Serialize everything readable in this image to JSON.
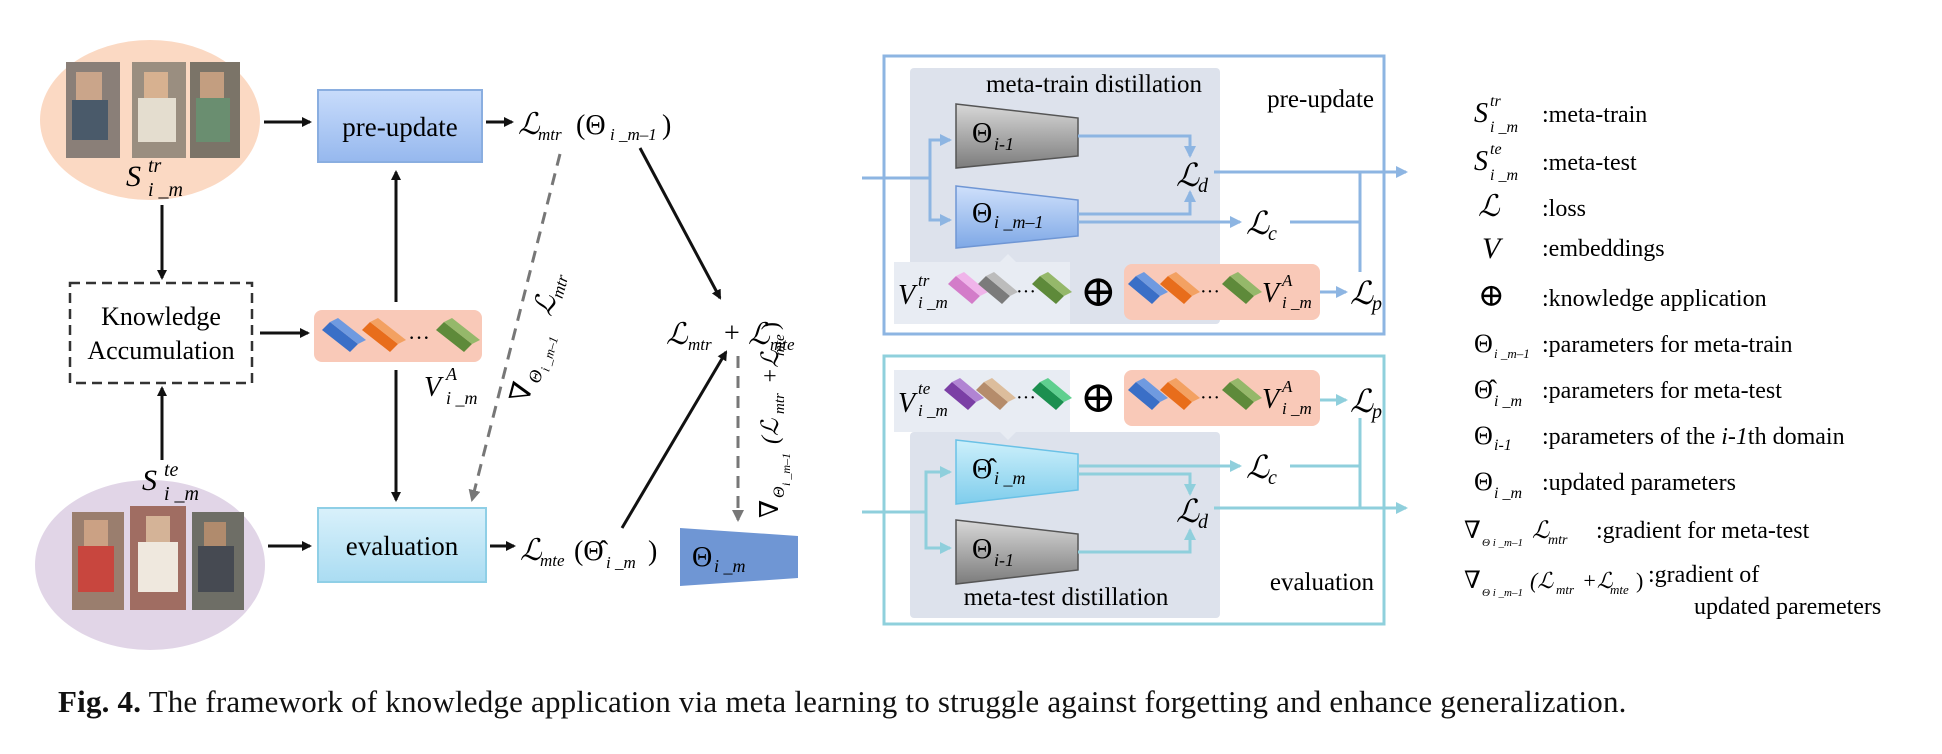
{
  "left_panel": {
    "support_train": {
      "symbol": "S",
      "sup": "tr",
      "sub": "i _m"
    },
    "support_test": {
      "symbol": "S",
      "sup": "te",
      "sub": "i _m"
    },
    "pre_update_label": "pre-update",
    "evaluation_label": "evaluation",
    "knowledge_accumulation": [
      "Knowledge",
      "Accumulation"
    ],
    "embedding": {
      "symbol": "V",
      "sup": "A",
      "sub": "i _m",
      "dots": "···"
    },
    "loss_mtr": {
      "L": "ℒ",
      "sub": "mtr",
      "arg": "(Θ",
      "arg_sub": "i _m–1",
      "close": ")"
    },
    "loss_mte": {
      "L": "ℒ",
      "sub": "mte",
      "arg": "(Θ̂",
      "arg_sub": "i _m",
      "close": ")"
    },
    "sum_loss": {
      "a": "ℒ",
      "a_sub": "mtr",
      "plus": "+",
      "b": "ℒ",
      "b_sub": "mte"
    },
    "grad_mtr": {
      "nabla": "∇",
      "theta": "Θ",
      "theta_sub": "i _m–1",
      "L": "ℒ",
      "L_sub": "mtr"
    },
    "grad_sum": {
      "nabla": "∇",
      "theta": "Θ",
      "theta_sub": "i _m–1",
      "open": "(ℒ",
      "a_sub": "mtr",
      "plus": "+ℒ",
      "b_sub": "mte",
      "close": ")"
    },
    "theta_out": {
      "symbol": "Θ",
      "sub": "i _m"
    }
  },
  "middle_panel": {
    "top": {
      "title": "meta-train distillation",
      "corner_label": "pre-update",
      "theta_prev": {
        "symbol": "Θ",
        "sub": "i-1"
      },
      "theta_cur": {
        "symbol": "Θ",
        "sub": "i _m–1"
      },
      "Ld": {
        "L": "ℒ",
        "sub": "d"
      },
      "Lc": {
        "L": "ℒ",
        "sub": "c"
      },
      "Lp": {
        "L": "ℒ",
        "sub": "p"
      },
      "V_tr": {
        "symbol": "V",
        "sup": "tr",
        "sub": "i _m"
      },
      "V_A": {
        "symbol": "V",
        "sup": "A",
        "sub": "i _m"
      },
      "oplus": "⊕",
      "dots": "···"
    },
    "bottom": {
      "title": "meta-test distillation",
      "corner_label": "evaluation",
      "theta_hat": {
        "symbol": "Θ̂",
        "sub": "i _m"
      },
      "theta_prev": {
        "symbol": "Θ",
        "sub": "i-1"
      },
      "Ld": {
        "L": "ℒ",
        "sub": "d"
      },
      "Lc": {
        "L": "ℒ",
        "sub": "c"
      },
      "Lp": {
        "L": "ℒ",
        "sub": "p"
      },
      "V_te": {
        "symbol": "V",
        "sup": "te",
        "sub": "i _m"
      },
      "V_A": {
        "symbol": "V",
        "sup": "A",
        "sub": "i _m"
      },
      "oplus": "⊕",
      "dots": "···"
    }
  },
  "legend": [
    {
      "sym": "S",
      "sup": "tr",
      "sub": "i _m",
      "text": ":meta-train"
    },
    {
      "sym": "S",
      "sup": "te",
      "sub": "i _m",
      "text": ":meta-test"
    },
    {
      "sym": "ℒ",
      "sup": "",
      "sub": "",
      "text": ":loss"
    },
    {
      "sym": "V",
      "sup": "",
      "sub": "",
      "text": ":embeddings"
    },
    {
      "sym": "⊕",
      "sup": "",
      "sub": "",
      "text": ":knowledge application"
    },
    {
      "sym": "Θ",
      "sup": "",
      "sub": "i _m–1",
      "text": ":parameters for meta-train"
    },
    {
      "sym": "Θ̂",
      "sup": "",
      "sub": "i _m",
      "text": ":parameters for meta-test"
    },
    {
      "sym": "Θ",
      "sup": "",
      "sub": "i-1",
      "text_pre": ":parameters of the ",
      "text_it": "i-1",
      "text_post": "th domain"
    },
    {
      "sym": "Θ",
      "sup": "",
      "sub": "i _m",
      "text": ":updated parameters"
    },
    {
      "sym": "∇",
      "sup": "",
      "sub": "Θ i _m–1",
      "extra": "ℒ",
      "extra_sub": "mtr",
      "text": ":gradient for meta-test"
    },
    {
      "sym": "∇",
      "sup": "",
      "sub": "Θ i _m–1",
      "extra": "(ℒ",
      "extra_sub": "mtr",
      "extra2": "+ℒ",
      "extra2_sub": "mte",
      "extra3": ")",
      "text": ":gradient of",
      "text2": "updated paremeters"
    }
  ],
  "caption": {
    "label": "Fig. 4.",
    "text": "The framework of knowledge application via meta learning to struggle against forgetting and enhance generalization."
  },
  "colors": {
    "peach": "#fbd9c3",
    "lavender": "#e1d5e7",
    "blue_box": "#a9c6f2",
    "cyan_box": "#bfe6f7",
    "pink_emb": "#f9c9b8",
    "top_frame": "#8db5e2",
    "bottom_frame": "#8fd0dc",
    "gray_panel": "#dfe3ec"
  }
}
